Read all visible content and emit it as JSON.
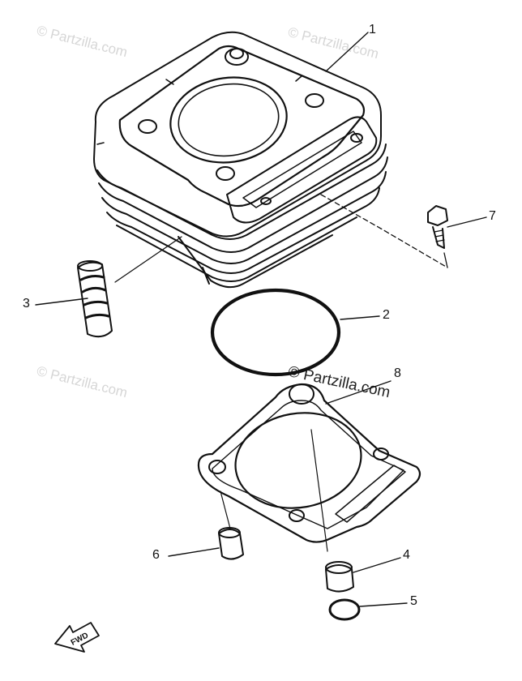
{
  "watermark": "© Partzilla.com",
  "callouts": {
    "c1": "1",
    "c2": "2",
    "c3": "3",
    "c4": "4",
    "c5": "5",
    "c6": "6",
    "c7": "7",
    "c8": "8"
  },
  "fwd_label": "FWD",
  "colors": {
    "ink": "#111111",
    "watermark": "#d6d6d6"
  }
}
